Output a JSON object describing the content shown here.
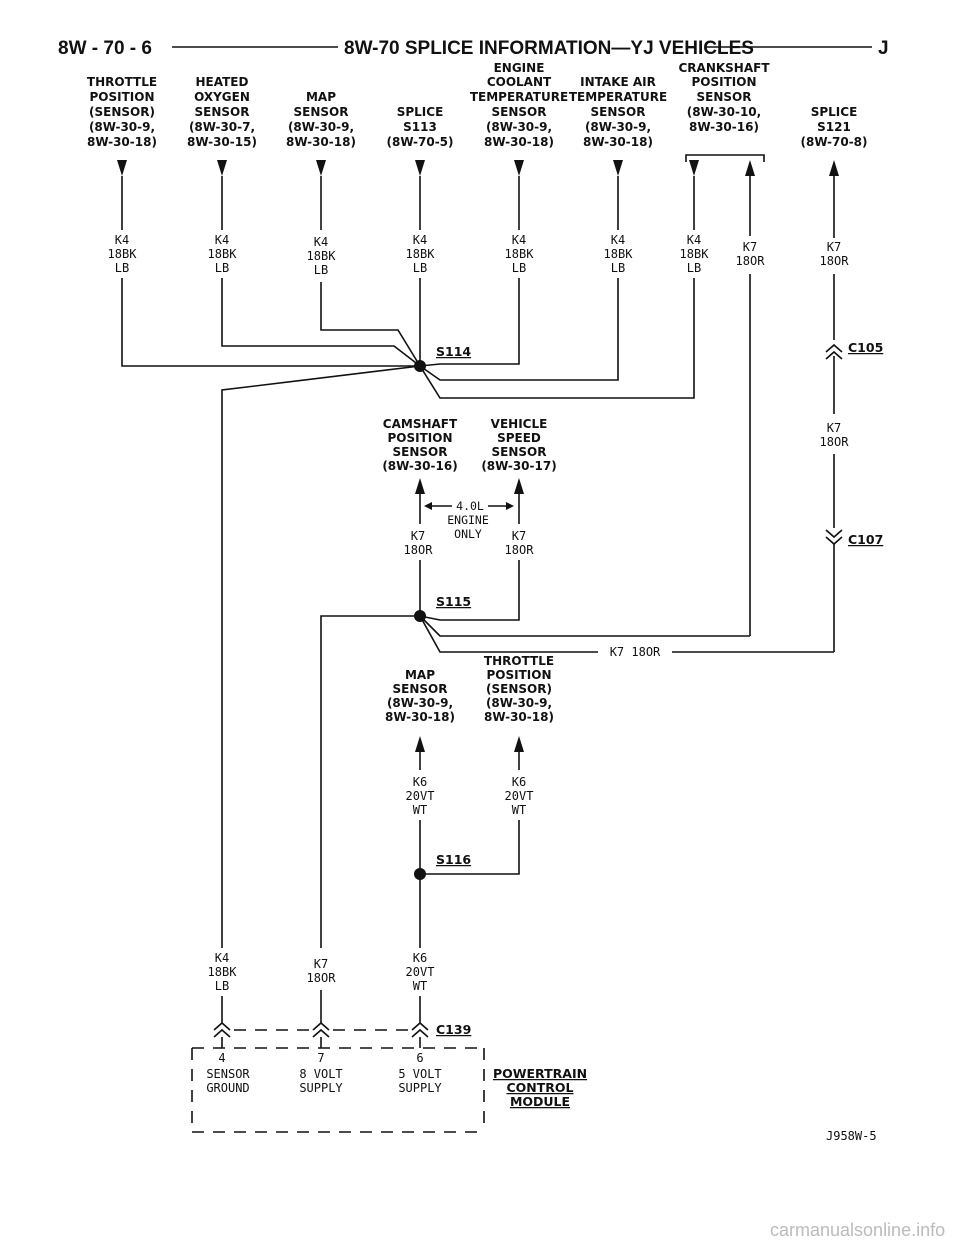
{
  "header": {
    "page": "8W - 70 - 6",
    "title": "8W-70 SPLICE INFORMATION—YJ VEHICLES",
    "letter": "J"
  },
  "components": {
    "tps_top": [
      "THROTTLE",
      "POSITION",
      "(SENSOR)",
      "(8W-30-9,",
      "8W-30-18)"
    ],
    "ho2s": [
      "HEATED",
      "OXYGEN",
      "SENSOR",
      "(8W-30-7,",
      "8W-30-15)"
    ],
    "map_top": [
      "MAP",
      "SENSOR",
      "(8W-30-9,",
      "8W-30-18)"
    ],
    "splice_s113": [
      "SPLICE",
      "S113",
      "(8W-70-5)"
    ],
    "ect": [
      "ENGINE",
      "COOLANT",
      "TEMPERATURE",
      "SENSOR",
      "(8W-30-9,",
      "8W-30-18)"
    ],
    "iat": [
      "INTAKE AIR",
      "TEMPERATURE",
      "SENSOR",
      "(8W-30-9,",
      "8W-30-18)"
    ],
    "ckp": [
      "CRANKSHAFT",
      "POSITION",
      "SENSOR",
      "(8W-30-10,",
      "8W-30-16)"
    ],
    "splice_s121": [
      "SPLICE",
      "S121",
      "(8W-70-8)"
    ],
    "cmp": [
      "CAMSHAFT",
      "POSITION",
      "SENSOR",
      "(8W-30-16)"
    ],
    "vss": [
      "VEHICLE",
      "SPEED",
      "SENSOR",
      "(8W-30-17)"
    ],
    "map_mid": [
      "MAP",
      "SENSOR",
      "(8W-30-9,",
      "8W-30-18)"
    ],
    "tps_mid": [
      "THROTTLE",
      "POSITION",
      "(SENSOR)",
      "(8W-30-9,",
      "8W-30-18)"
    ],
    "pcm": [
      "POWERTRAIN",
      "CONTROL",
      "MODULE"
    ]
  },
  "wires": {
    "k4": [
      "K4",
      "18BK",
      "LB"
    ],
    "k7": [
      "K7",
      "18OR"
    ],
    "k6": [
      "K6",
      "20VT",
      "WT"
    ],
    "k7_inline": "K7 18OR"
  },
  "splices": {
    "s114": "S114",
    "s115": "S115",
    "s116": "S116"
  },
  "connectors": {
    "c105": "C105",
    "c107": "C107",
    "c139": "C139"
  },
  "engine_note": [
    "4.0L",
    "ENGINE",
    "ONLY"
  ],
  "pcm_pins": [
    {
      "pin": "4",
      "line1": "SENSOR",
      "line2": "GROUND"
    },
    {
      "pin": "7",
      "line1": "8 VOLT",
      "line2": "SUPPLY"
    },
    {
      "pin": "6",
      "line1": "5 VOLT",
      "line2": "SUPPLY"
    }
  ],
  "figure_id": "J958W-5",
  "watermark": "carmanualsonline.info"
}
